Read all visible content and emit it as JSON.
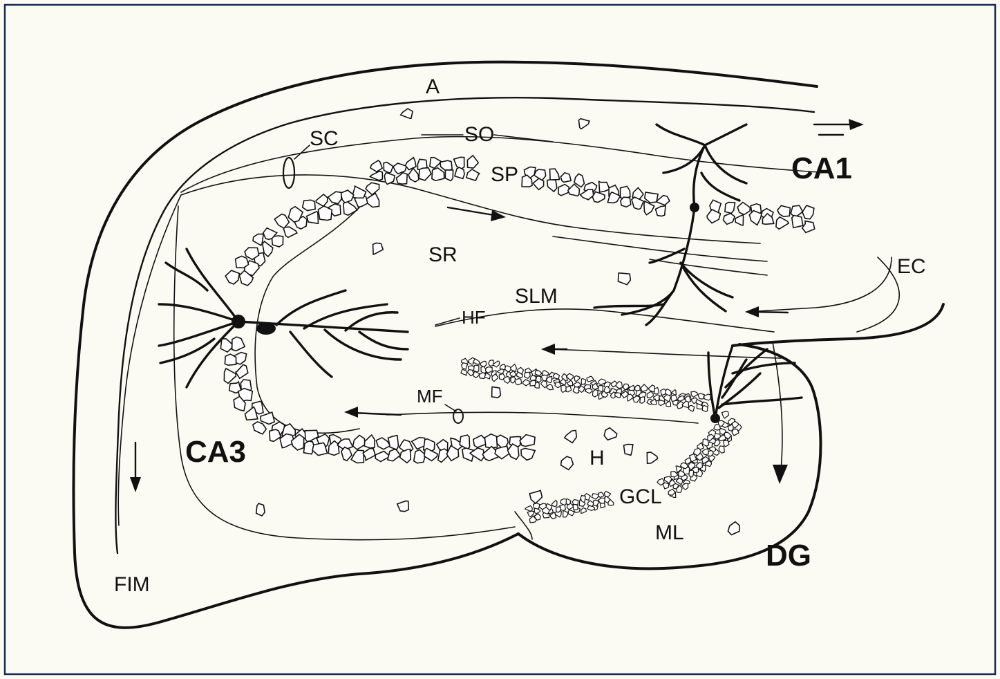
{
  "diagram": {
    "background_color": "#fbfbf4",
    "line_color": "#111111",
    "labels": {
      "A": "A",
      "SO": "SO",
      "SC": "SC",
      "SP": "SP",
      "CA1": "CA1",
      "SR": "SR",
      "EC": "EC",
      "SLM": "SLM",
      "HF": "HF",
      "MF": "MF",
      "CA3": "CA3",
      "H": "H",
      "GCL": "GCL",
      "ML": "ML",
      "DG": "DG",
      "FIM": "FIM"
    }
  }
}
